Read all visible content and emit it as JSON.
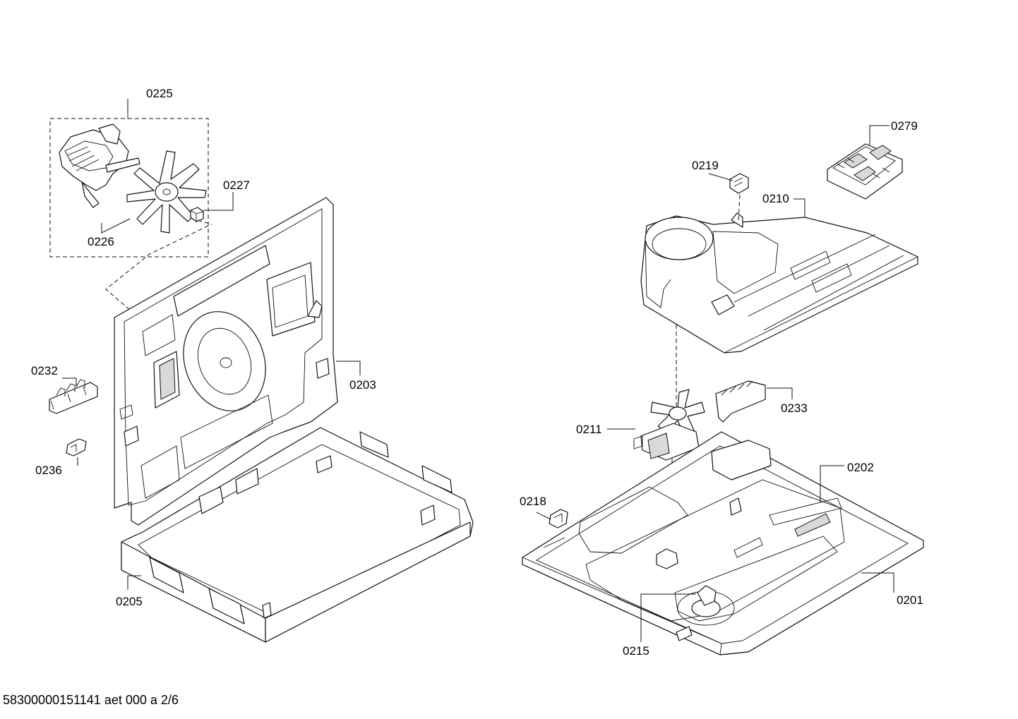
{
  "callouts": {
    "c0225": "0225",
    "c0227": "0227",
    "c0226": "0226",
    "c0232": "0232",
    "c0236": "0236",
    "c0203": "0203",
    "c0205": "0205",
    "c0219": "0219",
    "c0279": "0279",
    "c0210": "0210",
    "c0211": "0211",
    "c0233": "0233",
    "c0218": "0218",
    "c0202": "0202",
    "c0201": "0201",
    "c0215": "0215"
  },
  "footer": "58300000151141 aet 000 a 2/6"
}
